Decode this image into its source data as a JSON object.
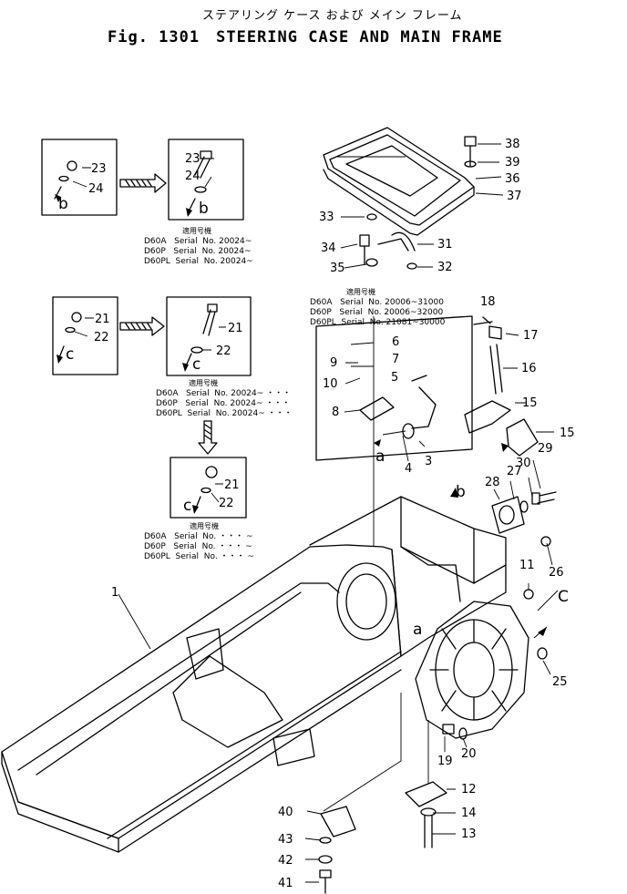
{
  "title": {
    "japanese": "ステアリング ケース および メイン フレーム",
    "figure": "Fig. 1301",
    "english": "STEERING CASE AND MAIN FRAME"
  },
  "callouts": [
    {
      "id": "c1",
      "text": "1"
    },
    {
      "id": "c3",
      "text": "3"
    },
    {
      "id": "c4",
      "text": "4"
    },
    {
      "id": "c5",
      "text": "5"
    },
    {
      "id": "c6",
      "text": "6"
    },
    {
      "id": "c7",
      "text": "7"
    },
    {
      "id": "c8",
      "text": "8"
    },
    {
      "id": "c9",
      "text": "9"
    },
    {
      "id": "c10",
      "text": "10"
    },
    {
      "id": "c11",
      "text": "11"
    },
    {
      "id": "c12",
      "text": "12"
    },
    {
      "id": "c13",
      "text": "13"
    },
    {
      "id": "c14",
      "text": "14"
    },
    {
      "id": "c15a",
      "text": "15"
    },
    {
      "id": "c15b",
      "text": "15"
    },
    {
      "id": "c16",
      "text": "16"
    },
    {
      "id": "c17",
      "text": "17"
    },
    {
      "id": "c18",
      "text": "18"
    },
    {
      "id": "c19",
      "text": "19"
    },
    {
      "id": "c20",
      "text": "20"
    },
    {
      "id": "c21a",
      "text": "21"
    },
    {
      "id": "c21b",
      "text": "21"
    },
    {
      "id": "c21c",
      "text": "21"
    },
    {
      "id": "c22a",
      "text": "22"
    },
    {
      "id": "c22b",
      "text": "22"
    },
    {
      "id": "c22c",
      "text": "22"
    },
    {
      "id": "c23a",
      "text": "23"
    },
    {
      "id": "c23b",
      "text": "23"
    },
    {
      "id": "c24a",
      "text": "24"
    },
    {
      "id": "c24b",
      "text": "24"
    },
    {
      "id": "c25",
      "text": "25"
    },
    {
      "id": "c26",
      "text": "26"
    },
    {
      "id": "c27",
      "text": "27"
    },
    {
      "id": "c28",
      "text": "28"
    },
    {
      "id": "c29",
      "text": "29"
    },
    {
      "id": "c30",
      "text": "30"
    },
    {
      "id": "c31",
      "text": "31"
    },
    {
      "id": "c32",
      "text": "32"
    },
    {
      "id": "c33",
      "text": "33"
    },
    {
      "id": "c34",
      "text": "34"
    },
    {
      "id": "c35",
      "text": "35"
    },
    {
      "id": "c36",
      "text": "36"
    },
    {
      "id": "c37",
      "text": "37"
    },
    {
      "id": "c38",
      "text": "38"
    },
    {
      "id": "c39",
      "text": "39"
    },
    {
      "id": "c40",
      "text": "40"
    },
    {
      "id": "c41",
      "text": "41"
    },
    {
      "id": "c42",
      "text": "42"
    },
    {
      "id": "c43",
      "text": "43"
    }
  ],
  "refs": [
    {
      "id": "ref_b1",
      "text": "b"
    },
    {
      "id": "ref_b2",
      "text": "b"
    },
    {
      "id": "ref_b3",
      "text": "b"
    },
    {
      "id": "ref_c1",
      "text": "c"
    },
    {
      "id": "ref_c2",
      "text": "c"
    },
    {
      "id": "ref_c3",
      "text": "c"
    },
    {
      "id": "ref_c4",
      "text": "C"
    },
    {
      "id": "ref_a1",
      "text": "a"
    },
    {
      "id": "ref_a2",
      "text": "a"
    }
  ],
  "serial_blocks": [
    {
      "id": "sb1",
      "heading": "適用号機",
      "lines": [
        "D60A   Serial  No. 20024~",
        "D60P   Serial  No. 20024~",
        "D60PL  Serial  No. 20024~"
      ]
    },
    {
      "id": "sb2",
      "heading": "適用号機",
      "lines": [
        "D60A   Serial  No. 20006~31000",
        "D60P   Serial  No. 20006~32000",
        "D60PL  Serial  No. 21081~30000"
      ]
    },
    {
      "id": "sb3",
      "heading": "適用号機",
      "lines": [
        "D60A   Serial  No. 20024~ ・・・",
        "D60P   Serial  No. 20024~ ・・・",
        "D60PL  Serial  No. 20024~ ・・・"
      ]
    },
    {
      "id": "sb4",
      "heading": "適用号機",
      "lines": [
        "D60A   Serial  No. ・・・ ~",
        "D60P   Serial  No. ・・・ ~",
        "D60PL  Serial  No. ・・・ ~"
      ]
    }
  ]
}
